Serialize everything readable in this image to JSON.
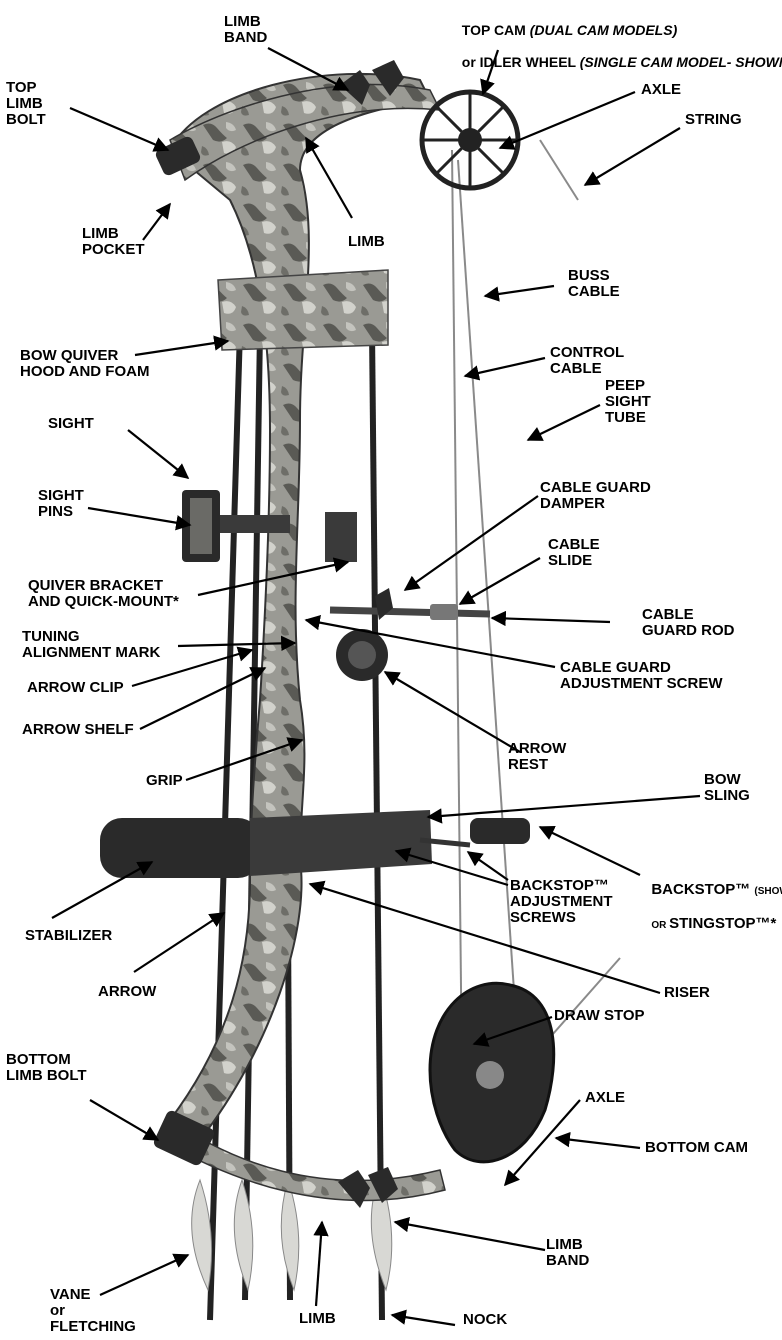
{
  "labels": {
    "limb_band_top": "LIMB\nBAND",
    "top_cam": "TOP CAM ",
    "top_cam_dual": "(DUAL CAM MODELS)",
    "top_cam_or": "or IDLER WHEEL ",
    "top_cam_single": "(SINGLE CAM MODEL- SHOWN)*",
    "axle_top": "AXLE",
    "string": "STRING",
    "top_limb_bolt": "TOP\nLIMB\nBOLT",
    "limb_pocket": "LIMB\nPOCKET",
    "limb_top": "LIMB",
    "buss_cable": "BUSS\nCABLE",
    "bow_quiver": "BOW QUIVER\nHOOD AND FOAM",
    "control_cable": "CONTROL\nCABLE",
    "peep_sight": "PEEP\nSIGHT\nTUBE",
    "sight": "SIGHT",
    "sight_pins": "SIGHT\nPINS",
    "cable_guard_damper": "CABLE GUARD\nDAMPER",
    "cable_slide": "CABLE\nSLIDE",
    "quiver_bracket": "QUIVER BRACKET\nAND QUICK-MOUNT*",
    "cable_guard_rod": "CABLE\nGUARD ROD",
    "tuning_mark": "TUNING\nALIGNMENT MARK",
    "cable_guard_screw": "CABLE GUARD\nADJUSTMENT SCREW",
    "arrow_clip": "ARROW CLIP",
    "arrow_shelf": "ARROW SHELF",
    "arrow_rest": "ARROW\nREST",
    "grip": "GRIP",
    "bow_sling": "BOW\nSLING",
    "backstop_a": "BACKSTOP™ ",
    "backstop_shown": "(SHOWN)",
    "backstop_or": "OR ",
    "backstop_b": "STINGSTOP™*",
    "backstop_screws": "BACKSTOP™\nADJUSTMENT\nSCREWS",
    "stabilizer": "STABILIZER",
    "arrow": "ARROW",
    "riser": "RISER",
    "draw_stop": "DRAW STOP",
    "bottom_limb_bolt": "BOTTOM\nLIMB BOLT",
    "axle_bottom": "AXLE",
    "bottom_cam": "BOTTOM CAM",
    "limb_band_bottom": "LIMB\nBAND",
    "vane": "VANE\nor\nFLETCHING",
    "limb_bottom": "LIMB",
    "nock": "NOCK"
  },
  "colors": {
    "camo_dark": "#5a5a55",
    "camo_light": "#c8c8c2",
    "metal": "#2a2a2a",
    "cable": "#8a8a8a"
  }
}
